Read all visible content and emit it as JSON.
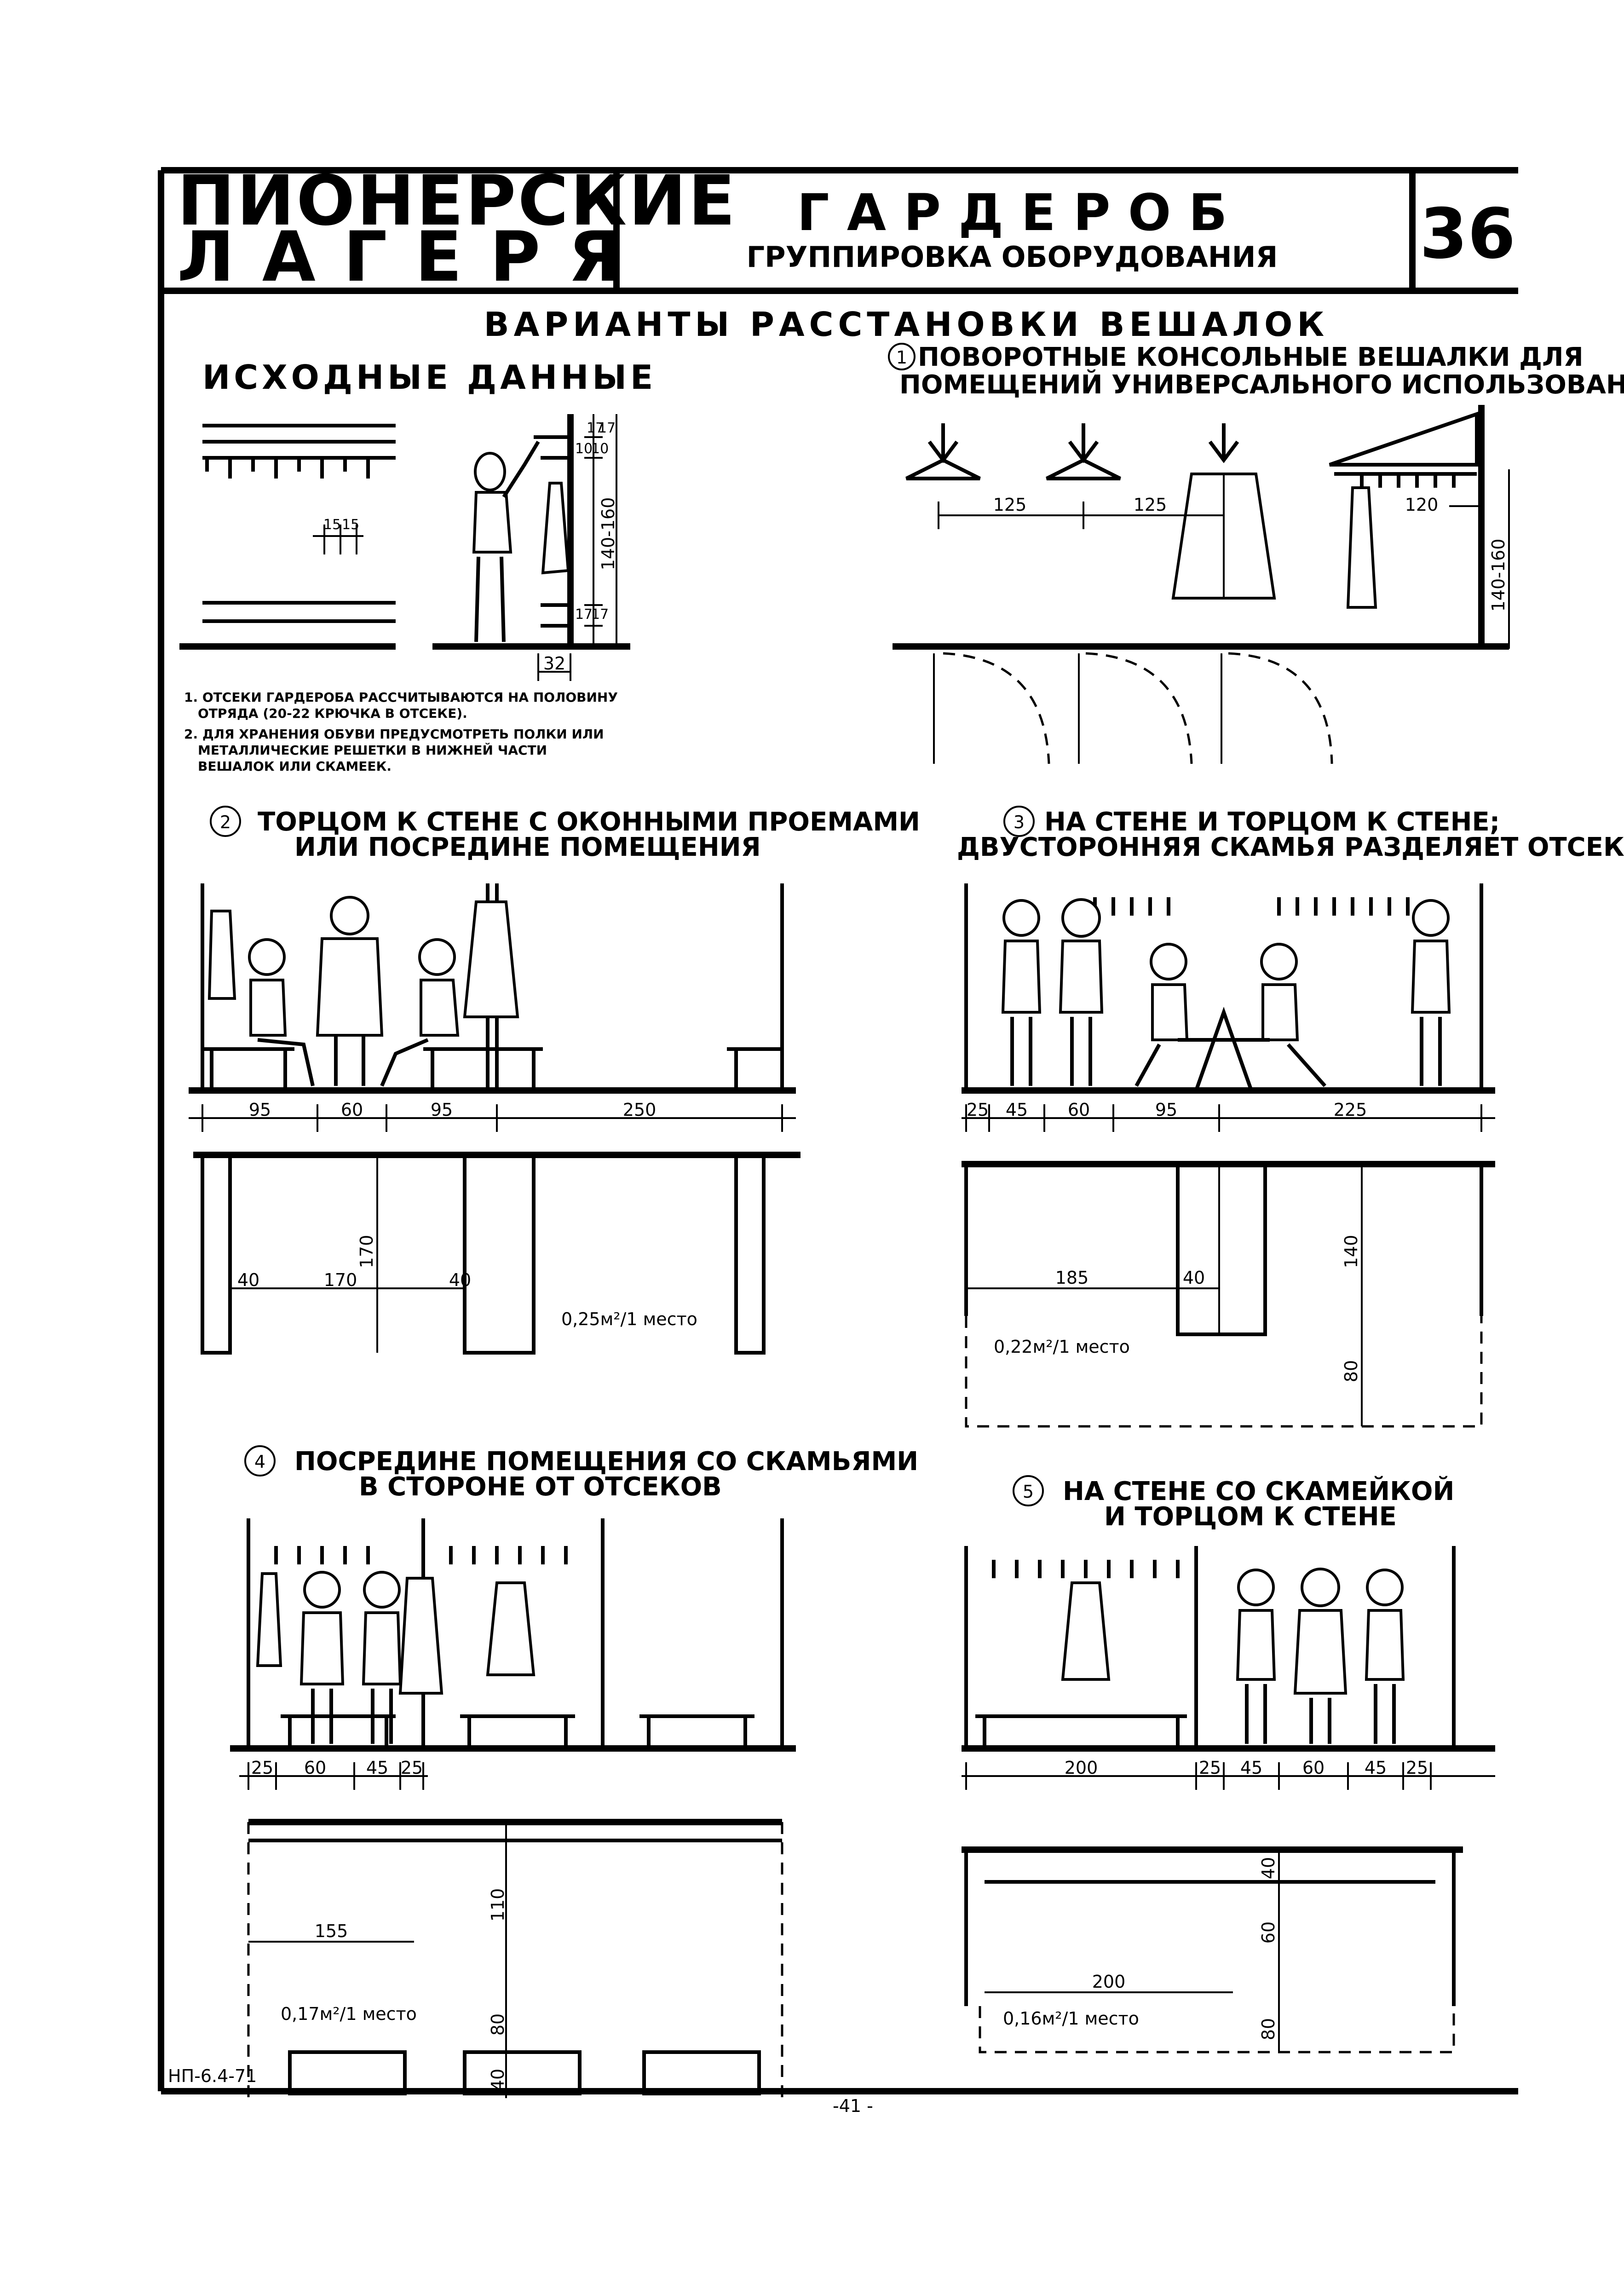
{
  "header": {
    "title_left": [
      "ПИОНЕРСКИЕ",
      "Л А Г Е Р Я"
    ],
    "title_center": "Г А Р Д Е Р О Б",
    "subtitle_center": "ГРУППИРОВКА ОБОРУДОВАНИЯ",
    "page_number": "36"
  },
  "section_title": "ВАРИАНТЫ РАССТАНОВКИ ВЕШАЛОК",
  "initial_data": {
    "title": "ИСХОДНЫЕ ДАННЫЕ",
    "dims": [
      "15",
      "15",
      "17",
      "10",
      "10",
      "17",
      "140-160",
      "17",
      "17",
      "32"
    ],
    "notes": [
      "1. ОТСЕКИ ГАРДЕРОБА РАССЧИТЫВАЮТСЯ НА ПОЛОВИНУ",
      "ОТРЯДА (20-22 КРЮЧКА В ОТСЕКЕ).",
      "2. ДЛЯ ХРАНЕНИЯ ОБУВИ ПРЕДУСМОТРЕТЬ ПОЛКИ ИЛИ",
      "МЕТАЛЛИЧЕСКИЕ РЕШЕТКИ В НИЖНЕЙ ЧАСТИ",
      "ВЕШАЛОК ИЛИ СКАМЕЕК."
    ]
  },
  "variant1": {
    "number": "1",
    "caption": [
      "ПОВОРОТНЫЕ КОНСОЛЬНЫЕ ВЕШАЛКИ ДЛЯ",
      "ПОМЕЩЕНИЙ УНИВЕРСАЛЬНОГО ИСПОЛЬЗОВАНИЯ"
    ],
    "dims": [
      "125",
      "125",
      "120",
      "140-160"
    ]
  },
  "variant2": {
    "number": "2",
    "caption": [
      "ТОРЦОМ К СТЕНЕ С ОКОННЫМИ ПРОЕМАМИ",
      "ИЛИ ПОСРЕДИНЕ ПОМЕЩЕНИЯ"
    ],
    "dims_row": [
      "95",
      "60",
      "95",
      "250"
    ],
    "plan_dims": [
      "40",
      "170",
      "170",
      "40"
    ],
    "area": "0,25м²/1 место"
  },
  "variant3": {
    "number": "3",
    "caption": [
      "НА СТЕНЕ И ТОРЦОМ К СТЕНЕ;",
      "ДВУСТОРОННЯЯ СКАМЬЯ РАЗДЕЛЯЕТ ОТСЕКИ"
    ],
    "dims_row": [
      "25",
      "45",
      "60",
      "95",
      "225"
    ],
    "plan_dims": [
      "185",
      "40",
      "140",
      "80"
    ],
    "area": "0,22м²/1 место"
  },
  "variant4": {
    "number": "4",
    "caption": [
      "ПОСРЕДИНЕ ПОМЕЩЕНИЯ СО СКАМЬЯМИ",
      "В СТОРОНЕ ОТ ОТСЕКОВ"
    ],
    "dims_row": [
      "25",
      "60",
      "45",
      "25"
    ],
    "plan_dims": [
      "155",
      "110",
      "80",
      "40"
    ],
    "area": "0,17м²/1 место"
  },
  "variant5": {
    "number": "5",
    "caption": [
      "НА СТЕНЕ СО СКАМЕЙКОЙ",
      "И ТОРЦОМ К СТЕНЕ"
    ],
    "dims_row": [
      "200",
      "25",
      "45",
      "60",
      "45",
      "25"
    ],
    "plan_dims": [
      "40",
      "60",
      "200",
      "80"
    ],
    "area": "0,16м²/1 место"
  },
  "footer": {
    "code": "НП-6.4-71",
    "page": "-41 -"
  }
}
